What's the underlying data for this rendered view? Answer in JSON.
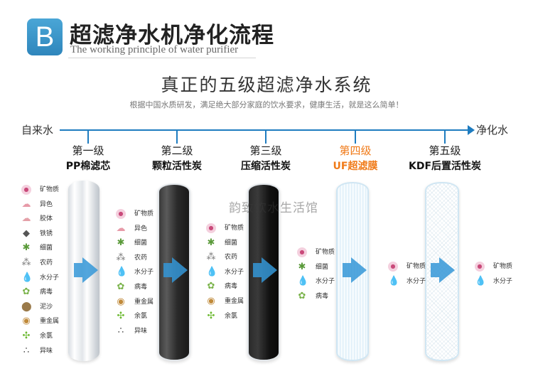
{
  "header": {
    "badge_letter": "B",
    "title": "超滤净水机净化流程",
    "subtitle": "The working principle of water purifier"
  },
  "main": {
    "title": "真正的五级超滤净水系统",
    "subtitle": "根据中国水质研发，满足绝大部分家庭的饮水要求，健康生活，就是这么简单！"
  },
  "flow": {
    "start": "自来水",
    "end": "净化水",
    "line_color": "#1e7cc0"
  },
  "colors": {
    "accent": "#1e7cc0",
    "stage4": "#f07a18",
    "arrow": "#3496d7"
  },
  "stages": [
    {
      "no": "第一级",
      "name": "PP棉滤芯"
    },
    {
      "no": "第二级",
      "name": "颗粒活性炭"
    },
    {
      "no": "第三级",
      "name": "压缩活性炭"
    },
    {
      "no": "第四级",
      "name": "UF超滤膜"
    },
    {
      "no": "第五级",
      "name": "KDF后置活性炭"
    }
  ],
  "contaminants": {
    "col1": [
      {
        "icon": "mineral-icon",
        "label": "矿物质"
      },
      {
        "icon": "odor-color-icon",
        "label": "异色"
      },
      {
        "icon": "colloid-icon",
        "label": "胶体"
      },
      {
        "icon": "rust-icon",
        "label": "铁锈"
      },
      {
        "icon": "bacteria-icon",
        "label": "细菌"
      },
      {
        "icon": "pesticide-icon",
        "label": "农药"
      },
      {
        "icon": "water-molecule-icon",
        "label": "水分子"
      },
      {
        "icon": "virus-icon",
        "label": "病毒"
      },
      {
        "icon": "sediment-icon",
        "label": "泥沙"
      },
      {
        "icon": "heavy-metal-icon",
        "label": "重金属"
      },
      {
        "icon": "chlorine-icon",
        "label": "余氯"
      },
      {
        "icon": "odor-icon",
        "label": "异味"
      }
    ],
    "col2": [
      {
        "icon": "mineral-icon",
        "label": "矿物质"
      },
      {
        "icon": "odor-color-icon",
        "label": "异色"
      },
      {
        "icon": "bacteria-icon",
        "label": "细菌"
      },
      {
        "icon": "pesticide-icon",
        "label": "农药"
      },
      {
        "icon": "water-molecule-icon",
        "label": "水分子"
      },
      {
        "icon": "virus-icon",
        "label": "病毒"
      },
      {
        "icon": "heavy-metal-icon",
        "label": "重金属"
      },
      {
        "icon": "chlorine-icon",
        "label": "余氯"
      },
      {
        "icon": "odor-icon",
        "label": "异味"
      }
    ],
    "col3": [
      {
        "icon": "mineral-icon",
        "label": "矿物质"
      },
      {
        "icon": "bacteria-icon",
        "label": "细菌"
      },
      {
        "icon": "pesticide-icon",
        "label": "农药"
      },
      {
        "icon": "water-molecule-icon",
        "label": "水分子"
      },
      {
        "icon": "virus-icon",
        "label": "病毒"
      },
      {
        "icon": "heavy-metal-icon",
        "label": "重金属"
      },
      {
        "icon": "chlorine-icon",
        "label": "余氯"
      }
    ],
    "col4": [
      {
        "icon": "mineral-icon",
        "label": "矿物质"
      },
      {
        "icon": "bacteria-icon",
        "label": "细菌"
      },
      {
        "icon": "water-molecule-icon",
        "label": "水分子"
      },
      {
        "icon": "virus-icon",
        "label": "病毒"
      }
    ],
    "col5": [
      {
        "icon": "mineral-icon",
        "label": "矿物质"
      },
      {
        "icon": "water-molecule-icon",
        "label": "水分子"
      }
    ],
    "col6": [
      {
        "icon": "mineral-icon",
        "label": "矿物质"
      },
      {
        "icon": "water-molecule-icon",
        "label": "水分子"
      }
    ]
  },
  "watermark": "韵致饮水生活馆"
}
